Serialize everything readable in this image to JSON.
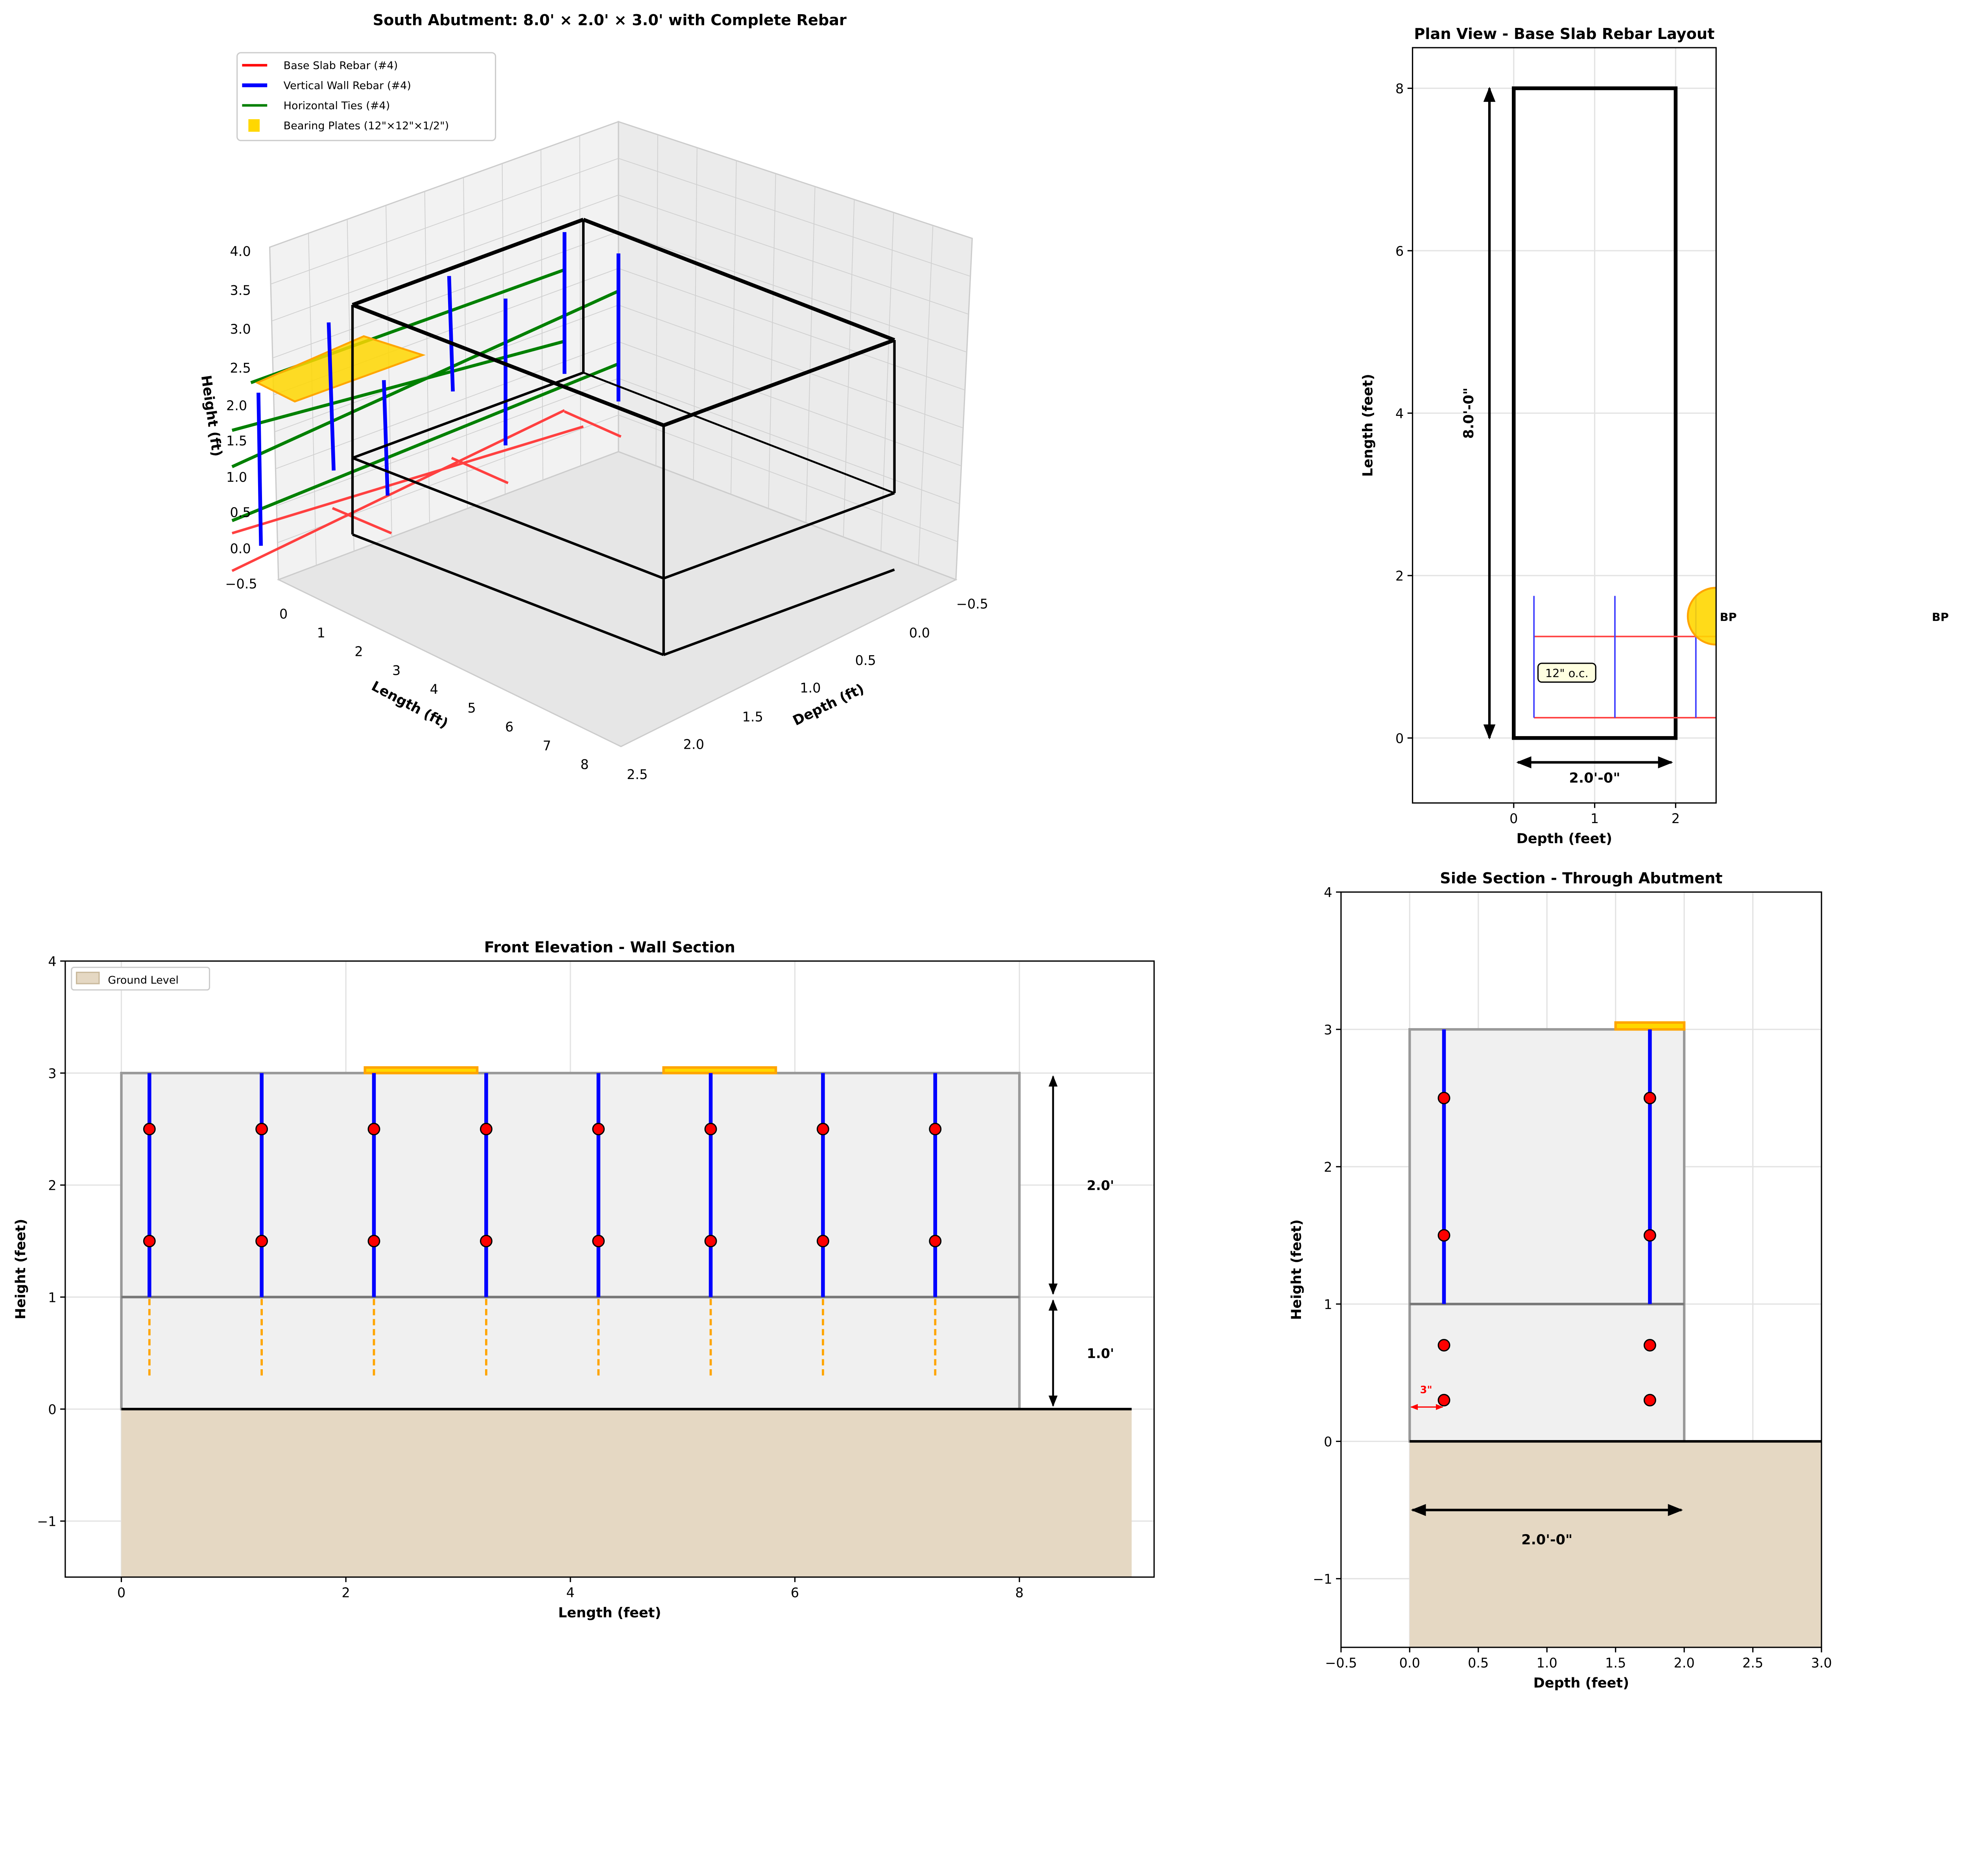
{
  "chart_data": [
    {
      "type": "3d-line",
      "title": "South Abutment: 8.0' × 2.0' × 3.0' with Complete Rebar",
      "xlabel": "Length (ft)",
      "ylabel": "Depth (ft)",
      "zlabel": "Height (ft)",
      "xticks": [
        "0",
        "1",
        "2",
        "3",
        "4",
        "5",
        "6",
        "7",
        "8"
      ],
      "yticks": [
        "−0.5",
        "0.0",
        "0.5",
        "1.0",
        "1.5",
        "2.0",
        "2.5"
      ],
      "zticks": [
        "4.0",
        "3.5",
        "3.0",
        "2.5",
        "2.0",
        "1.5",
        "1.0",
        "0.5",
        "0.0",
        "−0.5"
      ],
      "legend": [
        {
          "label": "Base Slab Rebar (#4)",
          "color": "#ff0000"
        },
        {
          "label": "Vertical Wall Rebar (#4)",
          "color": "#0000ff"
        },
        {
          "label": "Horizontal Ties (#4)",
          "color": "#008000"
        },
        {
          "label": "Bearing Plates (12\"×12\"×1/2\")",
          "color": "#ffd700"
        }
      ],
      "legend_position": "top-left",
      "box": {
        "length": 8.0,
        "depth": 2.0,
        "height": 3.0
      }
    },
    {
      "type": "plan",
      "title": "Plan View - Base Slab Rebar Layout",
      "xlabel": "Depth (feet)",
      "ylabel": "Length (feet)",
      "xlim": [
        -1.25,
        2.5
      ],
      "ylim": [
        -0.8,
        8.5
      ],
      "xticks": [
        0,
        1,
        2
      ],
      "xtick_labels": [
        "0",
        "1",
        "2"
      ],
      "yticks": [
        0,
        2,
        4,
        6,
        8
      ],
      "ytick_labels": [
        "0",
        "2",
        "4",
        "6",
        "8"
      ],
      "grid": true,
      "outline": {
        "x": [
          0,
          2
        ],
        "y": [
          0,
          8
        ]
      },
      "vertical_bars_x": [
        0.25,
        1.25,
        2.25
      ],
      "vertical_bars_y": [
        0.25,
        1.75
      ],
      "horizontal_bars_y": [
        0.25,
        1.25
      ],
      "horizontal_bars_x": [
        0.25,
        2.5
      ],
      "bearing_plate": {
        "x": 2.5,
        "y": 1.5,
        "radius": 0.35
      },
      "annotations": {
        "length_dim": "8.0'-0\"",
        "depth_dim": "2.0'-0\"",
        "spacing": "12\" o.c.",
        "bp1": "BP",
        "bp2": "BP"
      }
    },
    {
      "type": "elevation",
      "title": "Front Elevation - Wall Section",
      "xlabel": "Length (feet)",
      "ylabel": "Height (feet)",
      "xlim": [
        -0.5,
        9.2
      ],
      "ylim": [
        -1.5,
        4
      ],
      "xticks": [
        0,
        2,
        4,
        6,
        8
      ],
      "xtick_labels": [
        "0",
        "2",
        "4",
        "6",
        "8"
      ],
      "yticks": [
        -1,
        0,
        1,
        2,
        3,
        4
      ],
      "ytick_labels": [
        "−1",
        "0",
        "1",
        "2",
        "3",
        "4"
      ],
      "grid": true,
      "legend": [
        {
          "label": "Ground Level",
          "color": "#e5d8c3"
        }
      ],
      "legend_position": "top-left",
      "ground": {
        "x": [
          0,
          9
        ],
        "y": [
          -1.5,
          0
        ]
      },
      "wall": {
        "x": [
          0,
          8
        ],
        "y": [
          0,
          3
        ],
        "footing_top": 1
      },
      "rebar_x": [
        0.25,
        1.25,
        2.25,
        3.25,
        4.25,
        5.25,
        6.25,
        7.25
      ],
      "rebar_y": [
        1,
        3
      ],
      "tie_dots_y": [
        1.5,
        2.5
      ],
      "dowel_y": [
        0.3,
        1
      ],
      "bearing_plates": [
        {
          "x": [
            2.17,
            3.17
          ]
        },
        {
          "x": [
            4.83,
            5.83
          ]
        }
      ],
      "plate_y": [
        3,
        3.05
      ],
      "dims": [
        {
          "label": "2.0'",
          "y": [
            1,
            3
          ]
        },
        {
          "label": "1.0'",
          "y": [
            0,
            1
          ]
        }
      ]
    },
    {
      "type": "section",
      "title": "Side Section - Through Abutment",
      "xlabel": "Depth (feet)",
      "ylabel": "Height (feet)",
      "xlim": [
        -0.5,
        3.0
      ],
      "ylim": [
        -1.5,
        4
      ],
      "xticks": [
        -0.5,
        0,
        0.5,
        1,
        1.5,
        2,
        2.5,
        3
      ],
      "xtick_labels": [
        "−0.5",
        "0.0",
        "0.5",
        "1.0",
        "1.5",
        "2.0",
        "2.5",
        "3.0"
      ],
      "yticks": [
        -1,
        0,
        1,
        2,
        3,
        4
      ],
      "ytick_labels": [
        "−1",
        "0",
        "1",
        "2",
        "3",
        "4"
      ],
      "grid": true,
      "ground": {
        "x": [
          0,
          3
        ],
        "y": [
          -1.5,
          0
        ]
      },
      "wall": {
        "x": [
          0,
          2
        ],
        "y": [
          0,
          3
        ],
        "footing_top": 1
      },
      "rebar_x": [
        0.25,
        1.75
      ],
      "rebar_y": [
        1,
        3
      ],
      "dots_y": [
        2.5,
        1.5,
        0.7,
        0.3
      ],
      "bearing_plate": {
        "x": [
          1.5,
          2.0
        ],
        "y": [
          3,
          3.05
        ]
      },
      "annotations": {
        "width_dim": "2.0'-0\"",
        "cover": "3\""
      }
    }
  ]
}
